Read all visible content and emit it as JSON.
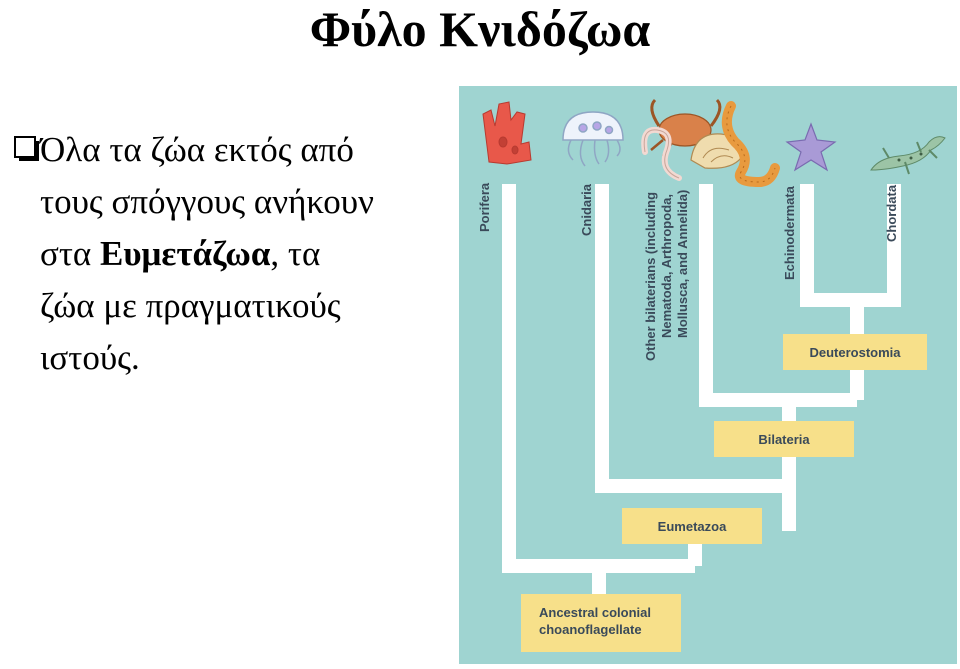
{
  "title": "Φύλο Κνιδόζωα",
  "bullet": {
    "line1": "Όλα τα ζώα εκτός από",
    "line2": "τους σπόγγους ανήκουν",
    "line3_before": "στα ",
    "line3_bold": "Ευμετάζωα",
    "line3_after": ", τα",
    "line4": "ζώα με πραγματικούς",
    "line5": "ιστούς."
  },
  "tree": {
    "clades": {
      "porifera": "Porifera",
      "cnidaria": "Cnidaria",
      "other_bilaterians_1": "Other bilaterians (including",
      "other_bilaterians_2": "Nematoda, Arthropoda,",
      "other_bilaterians_3": "Mollusca, and Annelida)",
      "echinodermata": "Echinodermata",
      "chordata": "Chordata"
    },
    "nodes": {
      "deuterostomia": "Deuterostomia",
      "bilateria": "Bilateria",
      "eumetazoa": "Eumetazoa",
      "ancestor_1": "Ancestral colonial",
      "ancestor_2": "choanoflagellate"
    },
    "colors": {
      "background": "#9fd4d1",
      "branch": "#ffffff",
      "node_box": "#f7e08a",
      "label_text": "#3a4a5a"
    }
  }
}
